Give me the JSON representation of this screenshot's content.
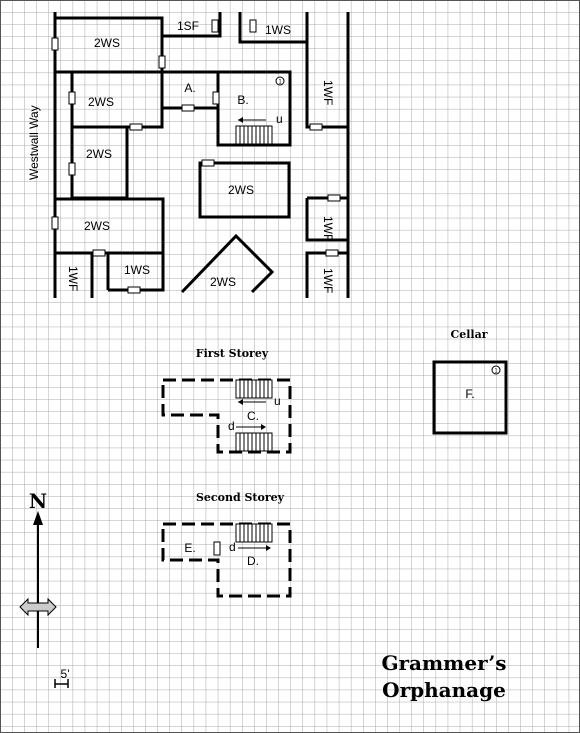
{
  "title": [
    "Grammer’s",
    "Orphanage"
  ],
  "street_label": "Westwall Way",
  "scale_label": "5'",
  "north_label": "N",
  "sections": {
    "first_storey": "First Storey",
    "second_storey": "Second Storey",
    "cellar": "Cellar"
  },
  "buildings": {
    "top_2ws": "2WS",
    "top_1sf": "1SF",
    "top_1ws": "1WS",
    "right_1wf_top": "1WF",
    "left_2ws_2": "2WS",
    "left_2ws_3": "2WS",
    "center_2ws": "2WS",
    "left_2ws_4": "2WS",
    "right_1wf_mid": "1WF",
    "bottom_1wf_left": "1WF",
    "bottom_1ws": "1WS",
    "diamond_2ws": "2WS",
    "right_1wf_bottom": "1WF"
  },
  "rooms": {
    "a": "A.",
    "b": "B.",
    "c": "C.",
    "d": "D.",
    "e": "E.",
    "f": "F."
  },
  "stair_marks": {
    "ground_up": "u",
    "first_up": "u",
    "first_down": "d",
    "second_down": "d"
  },
  "markers": {
    "ground": "1",
    "cellar": "1"
  }
}
